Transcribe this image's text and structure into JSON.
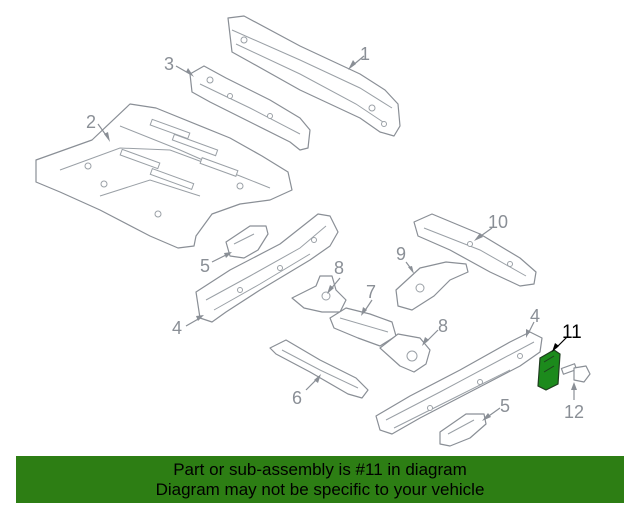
{
  "callouts": {
    "c1": "1",
    "c2": "2",
    "c3": "3",
    "c4a": "4",
    "c4b": "4",
    "c5a": "5",
    "c5b": "5",
    "c6": "6",
    "c7": "7",
    "c8a": "8",
    "c8b": "8",
    "c9": "9",
    "c10": "10",
    "c11": "11",
    "c12": "12"
  },
  "banner": {
    "line1": "Part or sub-assembly is #11 in diagram",
    "line2": "Diagram may not be specific to your vehicle"
  },
  "colors": {
    "highlight": "#1c8a1c",
    "banner": "#2d7e14",
    "line": "#8a8f96"
  }
}
